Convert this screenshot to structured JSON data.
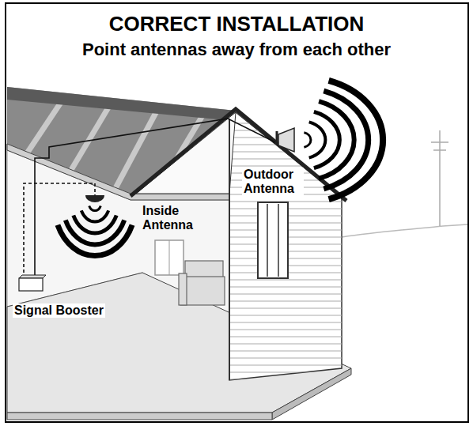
{
  "diagram": {
    "title": "CORRECT INSTALLATION",
    "labels": [
      "Point antennas away from each other",
      "Outdoor Antenna",
      "Inside Antenna",
      "Signal Booster"
    ]
  }
}
